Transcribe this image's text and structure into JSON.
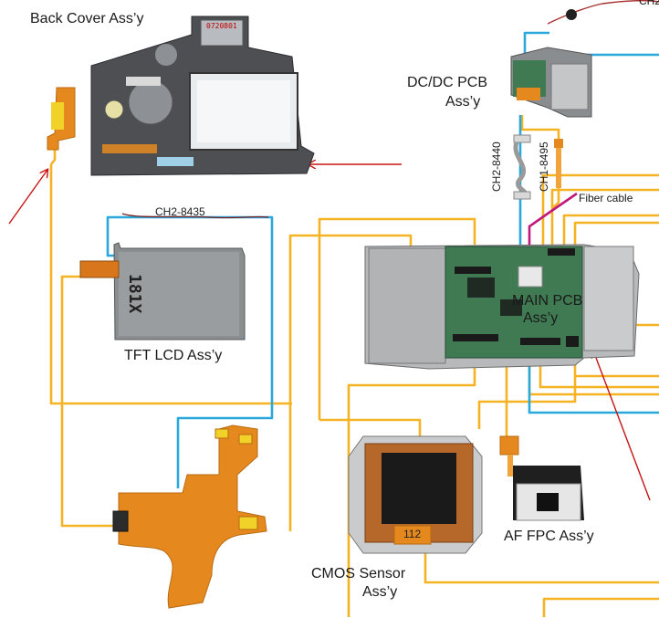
{
  "labels": {
    "back_cover": "Back Cover Ass’y",
    "dcdc_line1": "DC/DC PCB",
    "dcdc_line2": "Ass’y",
    "tft_lcd": "TFT LCD Ass’y",
    "main_line1": "MAIN PCB",
    "main_line2": "Ass’y",
    "af_fpc": "AF FPC Ass’y",
    "cmos_line1": "CMOS Sensor",
    "cmos_line2": "Ass’y",
    "fiber_cable": "Fiber cable",
    "ch2_8435": "CH2-8435",
    "ch2_8440": "CH2-8440",
    "ch1_8495": "CH1-8495",
    "cut_top": "CH2",
    "lcd_marking": "181X",
    "cmos_marking": "112",
    "cover_tag": "0720801"
  },
  "colors": {
    "gold_wire": "#f5b324",
    "blue_wire": "#2aa8dc",
    "fiber_wire": "#c0187c",
    "arrow": "#c81414",
    "pcb_green": "#3f7a52",
    "metal": "#b7b9bb",
    "flex_orange": "#e5891f"
  },
  "icons": [
    "back-cover-photo",
    "dcdc-pcb-photo",
    "tft-lcd-photo",
    "main-pcb-photo",
    "flex-cable-photo",
    "cmos-sensor-photo",
    "af-fpc-photo"
  ]
}
